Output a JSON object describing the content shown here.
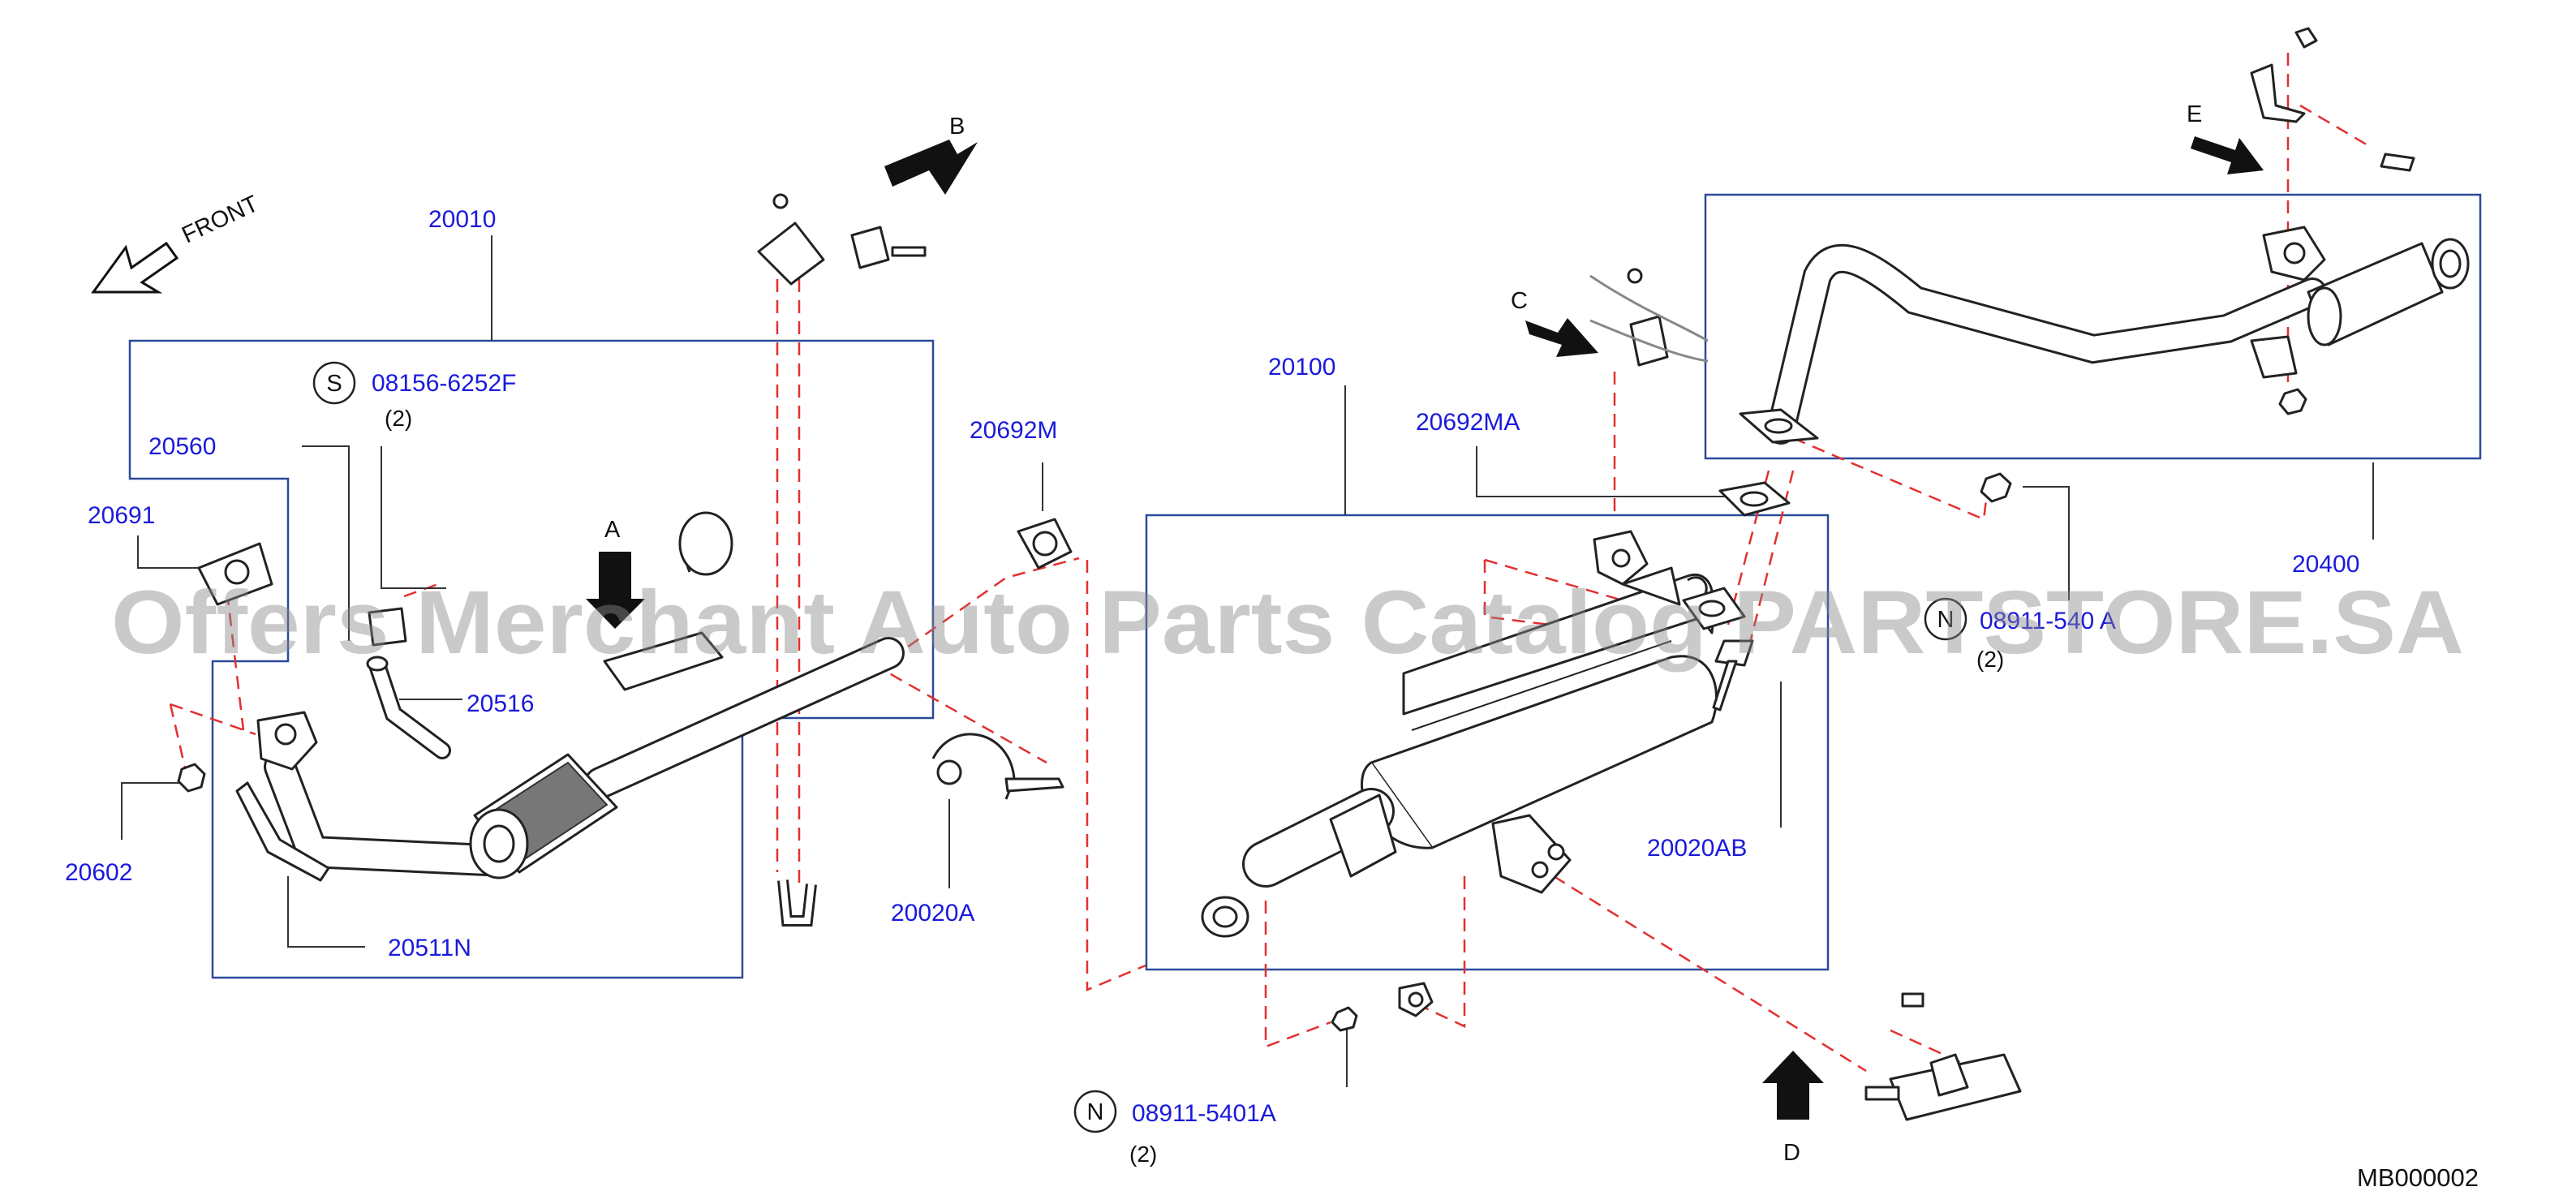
{
  "diagram": {
    "direction_label": "FRONT",
    "drawing_code": "MB000002",
    "watermark": "Offers Merchant Auto Parts Catalog PARTSTORE.SA",
    "colors": {
      "part_number": "#1a1adc",
      "dashed_line": "#e23030",
      "frame": "#2b4a9a",
      "line": "#222222"
    },
    "view_arrows": [
      "A",
      "B",
      "C",
      "D",
      "E"
    ],
    "part_numbers": {
      "p20010": "20010",
      "p20560": "20560",
      "p20691": "20691",
      "p20516": "20516",
      "p20602": "20602",
      "p20511n": "20511N",
      "p20692m": "20692M",
      "p20020a": "20020A",
      "p20100": "20100",
      "p20692ma": "20692MA",
      "p20020ab": "20020AB",
      "p20400": "20400"
    },
    "fasteners": [
      {
        "symbol": "S",
        "number": "08156-6252F",
        "qty": "(2)"
      },
      {
        "symbol": "N",
        "number": "08911-5401A",
        "qty": "(2)"
      },
      {
        "symbol": "N",
        "number": "08911-540 A",
        "qty": "(2)"
      }
    ]
  }
}
